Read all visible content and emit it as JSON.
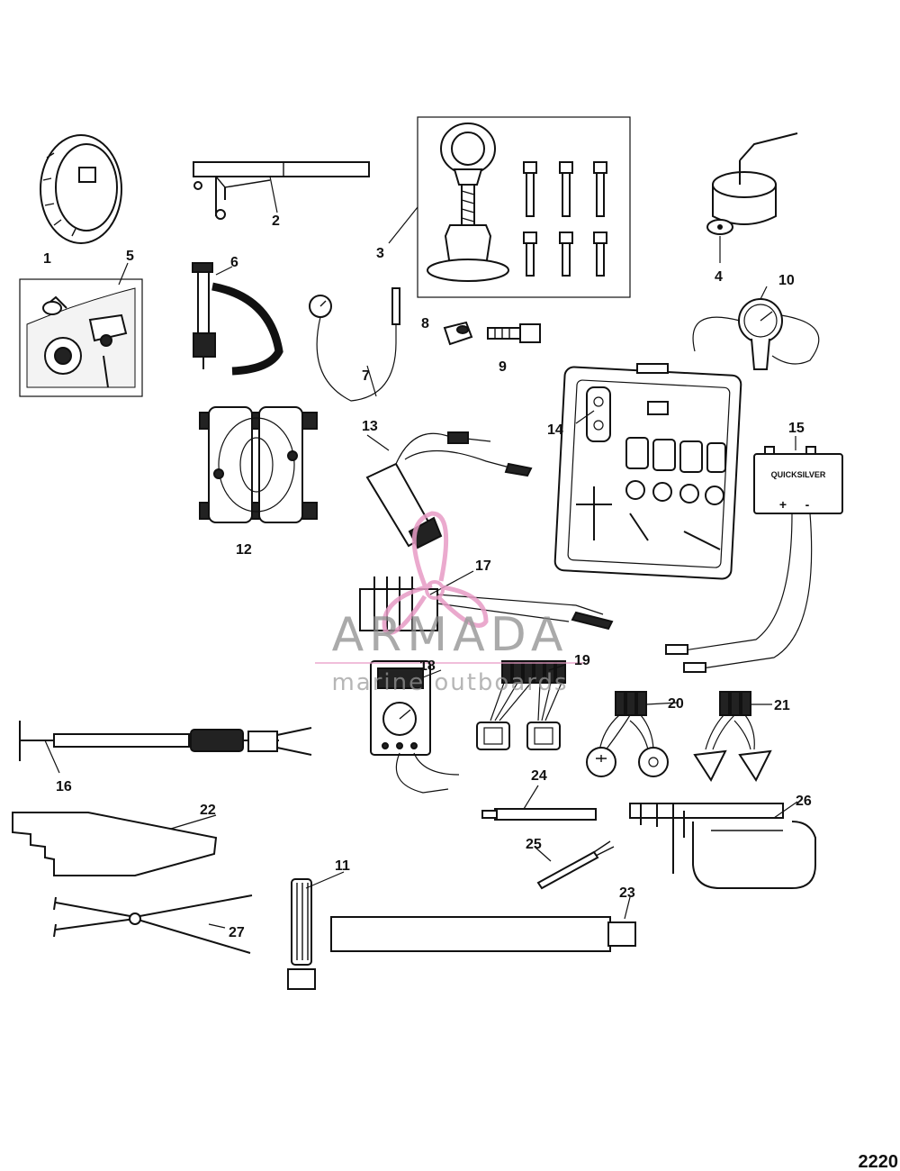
{
  "figure_number": "2220",
  "watermark": {
    "title": "ARMADA",
    "subtitle": "marine outboards",
    "color": "#e79bc5"
  },
  "box15_brand": "QUICKSILVER",
  "box15_plus": "+",
  "box15_minus": "-",
  "callouts": [
    "1",
    "2",
    "3",
    "4",
    "5",
    "6",
    "7",
    "8",
    "9",
    "10",
    "11",
    "12",
    "13",
    "14",
    "15",
    "16",
    "17",
    "18",
    "19",
    "20",
    "21",
    "22",
    "23",
    "24",
    "25",
    "26",
    "27"
  ]
}
